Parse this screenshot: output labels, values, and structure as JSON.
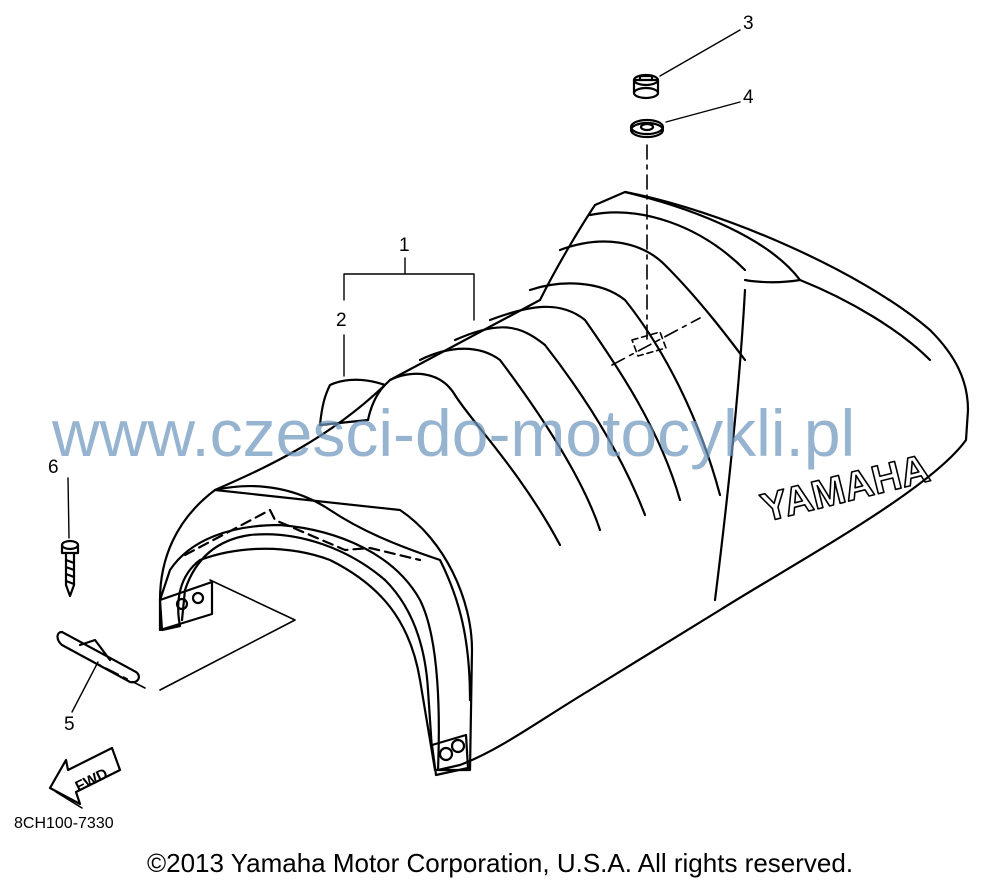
{
  "callouts": [
    {
      "id": "1",
      "text": "1"
    },
    {
      "id": "2",
      "text": "2"
    },
    {
      "id": "3",
      "text": "3"
    },
    {
      "id": "4",
      "text": "4"
    },
    {
      "id": "5",
      "text": "5"
    },
    {
      "id": "6",
      "text": "6"
    }
  ],
  "seat_logo": "YAMAHA",
  "fwd_label": "FWD",
  "ref_code": "8CH100-7330",
  "watermark": "www.czesci-do-motocykli.pl",
  "copyright": "©2013 Yamaha Motor Corporation, U.S.A. All rights reserved.",
  "colors": {
    "line": "#000000",
    "watermark": "#6e96be",
    "background": "#ffffff"
  }
}
